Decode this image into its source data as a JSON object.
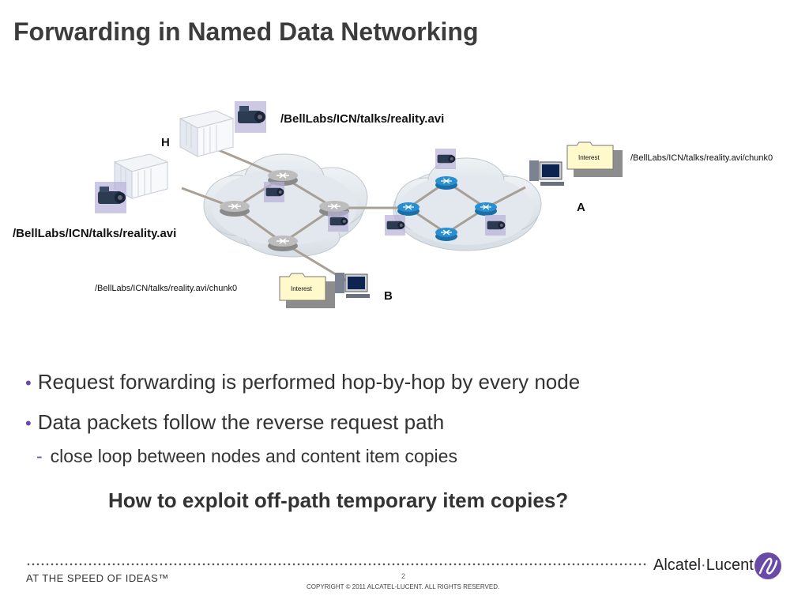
{
  "title": "Forwarding in Named Data Networking",
  "diagram": {
    "labels": {
      "top_server": "/BellLabs/ICN/talks/reality.avi",
      "left_server": "/BellLabs/ICN/talks/reality.avi",
      "node_H": "H",
      "node_A": "A",
      "node_B": "B",
      "chunk_A": "/BellLabs/ICN/talks/reality.avi/chunk0",
      "chunk_B": "/BellLabs/ICN/talks/reality.avi/chunk0",
      "interest_A": "Interest",
      "interest_B": "Interest"
    }
  },
  "bullets": [
    "Request forwarding is performed hop-by-hop by every node",
    "Data packets follow the reverse request path"
  ],
  "sub_bullet": "close loop between nodes and content item copies",
  "question": "How to exploit off-path temporary item copies?",
  "footer": {
    "tagline": "AT THE SPEED OF IDEAS™",
    "page": "2",
    "copyright": "COPYRIGHT © 2011 ALCATEL-LUCENT.  ALL RIGHTS RESERVED.",
    "brand_left": "Alcatel",
    "brand_sep": "·",
    "brand_right": "Lucent"
  },
  "colors": {
    "accent": "#6a4aa8",
    "cloud": "#dde3e8",
    "link": "#a89f95",
    "router_blue": "#2a8fd0",
    "router_gray": "#9a9a9a"
  }
}
